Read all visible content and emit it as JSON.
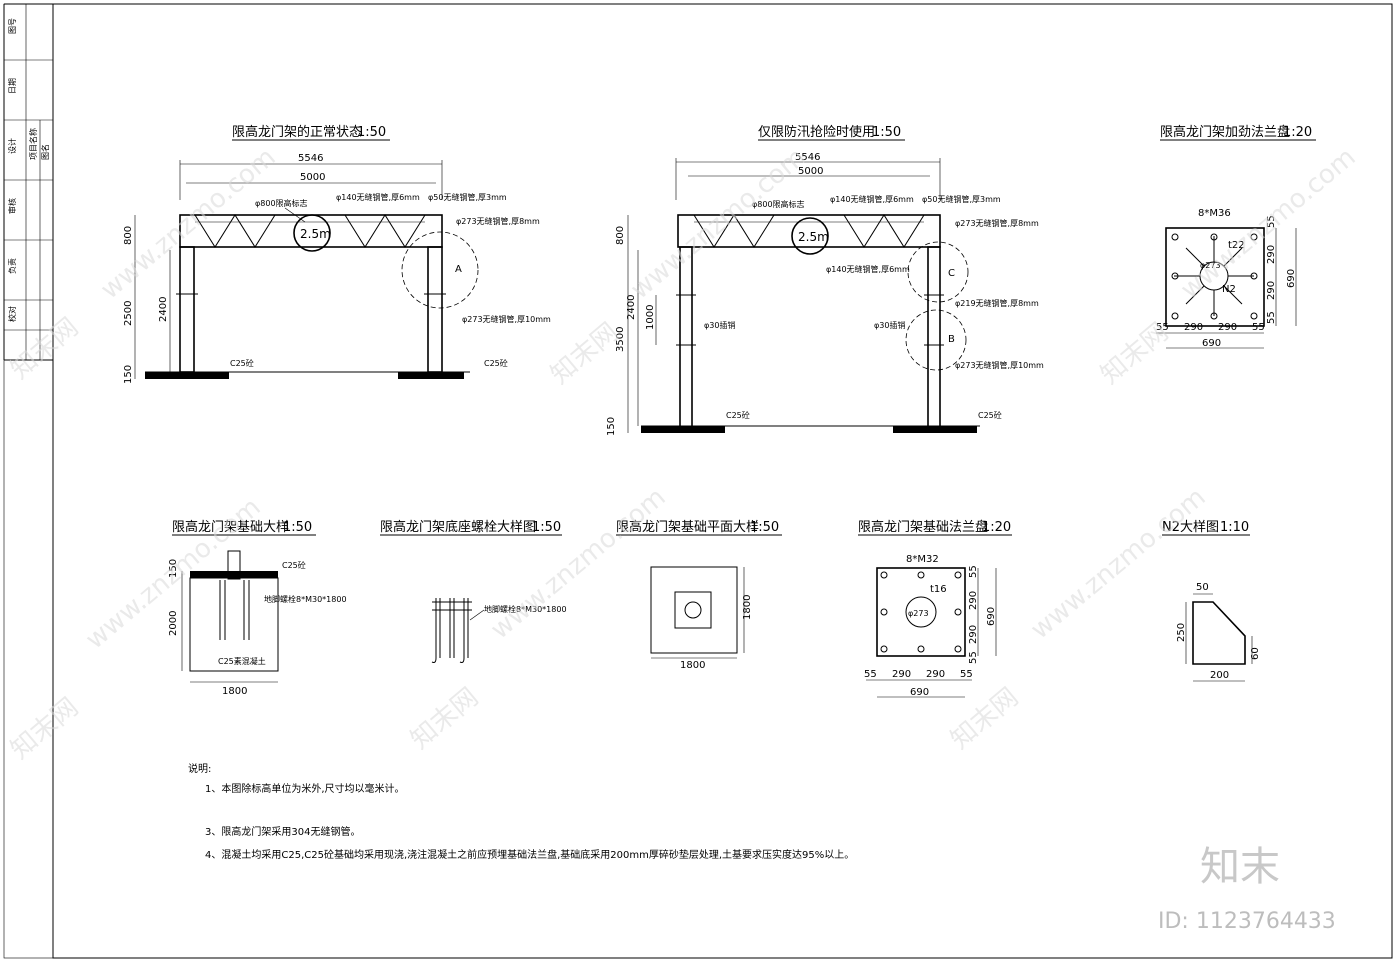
{
  "title_block": {
    "cells": [
      "图号",
      "日期",
      "设计",
      "审核",
      "负责",
      "校对",
      "项目名称",
      "图名"
    ]
  },
  "view1": {
    "title": "限高龙门架的正常状态",
    "scale": "1:50",
    "dim_total": "5546",
    "dim_inner": "5000",
    "label_sign": "φ800限高标志",
    "label_pipe140": "φ140无缝钢管,厚6mm",
    "label_pipe50": "φ50无缝钢管,厚3mm",
    "label_pipe273a": "φ273无缝钢管,厚8mm",
    "label_pipe273b": "φ273无缝钢管,厚10mm",
    "sign_text": "2.5m",
    "detail": "A",
    "dim_800": "800",
    "dim_2500": "2500",
    "dim_2400": "2400",
    "dim_150": "150",
    "conc_left": "C25砼",
    "conc_right": "C25砼"
  },
  "view2": {
    "title": "仅限防汛抢险时使用",
    "scale": "1:50",
    "dim_total": "5546",
    "dim_inner": "5000",
    "label_sign": "φ800限高标志",
    "label_pipe140a": "φ140无缝钢管,厚6mm",
    "label_pipe50": "φ50无缝钢管,厚3mm",
    "label_pipe273a": "φ273无缝钢管,厚8mm",
    "label_pipe140b": "φ140无缝钢管,厚6mm",
    "label_pipe219": "φ219无缝钢管,厚8mm",
    "label_pin_left": "φ30插销",
    "label_pin_right": "φ30插销",
    "label_pipe273b": "φ273无缝钢管,厚10mm",
    "sign_text": "2.5m",
    "detail_c": "C",
    "detail_b": "B",
    "dim_800": "800",
    "dim_3500": "3500",
    "dim_2400": "2400",
    "dim_1000": "1000",
    "dim_150": "150",
    "conc_left": "C25砼",
    "conc_right": "C25砼"
  },
  "view3": {
    "title": "限高龙门架加劲法兰盘",
    "scale": "1:20",
    "bolts": "8*M36",
    "t": "t22",
    "d": "φ273",
    "n2": "N2",
    "dim_55a": "55",
    "dim_290a": "290",
    "dim_290b": "290",
    "dim_55b": "55",
    "dim_690": "690",
    "dim_v55": "55",
    "dim_v290a": "290",
    "dim_v290b": "290",
    "dim_v55b": "55",
    "dim_v690": "690"
  },
  "view4": {
    "title": "限高龙门架基础大样",
    "scale": "1:50",
    "dim_150": "150",
    "dim_2000": "2000",
    "dim_1800": "1800",
    "label_conc": "C25砼",
    "label_bolt": "地脚螺栓8*M30*1800",
    "label_c25": "C25素混凝土"
  },
  "view5": {
    "title": "限高龙门架底座螺栓大样图",
    "scale": "1:50",
    "label_bolt": "地脚螺栓8*M30*1800"
  },
  "view6": {
    "title": "限高龙门架基础平面大样",
    "scale": "1:50",
    "dim_h": "1800",
    "dim_v": "1800"
  },
  "view7": {
    "title": "限高龙门架基础法兰盘",
    "scale": "1:20",
    "bolts": "8*M32",
    "t": "t16",
    "d": "φ273",
    "dim_55a": "55",
    "dim_290a": "290",
    "dim_290b": "290",
    "dim_55b": "55",
    "dim_690": "690",
    "dim_v55": "55",
    "dim_v290a": "290",
    "dim_v290b": "290",
    "dim_v55b": "55",
    "dim_v690": "690"
  },
  "view8": {
    "title": "N2大样图",
    "scale": "1:10",
    "dim_50": "50",
    "dim_250": "250",
    "dim_60": "60",
    "dim_200": "200"
  },
  "notes": {
    "heading": "说明:",
    "n1": "1、本图除标高单位为米外,尺寸均以毫米计。",
    "n3": "3、限高龙门架采用304无缝钢管。",
    "n4": "4、混凝土均采用C25,C25砼基础均采用现浇,浇注混凝土之前应预埋基础法兰盘,基础底采用200mm厚碎砂垫层处理,土基要求压实度达95%以上。"
  },
  "watermark": {
    "brand_cn": "知末网",
    "url": "www.znzmo.com",
    "logo": "知末",
    "id": "ID: 1123764433"
  }
}
